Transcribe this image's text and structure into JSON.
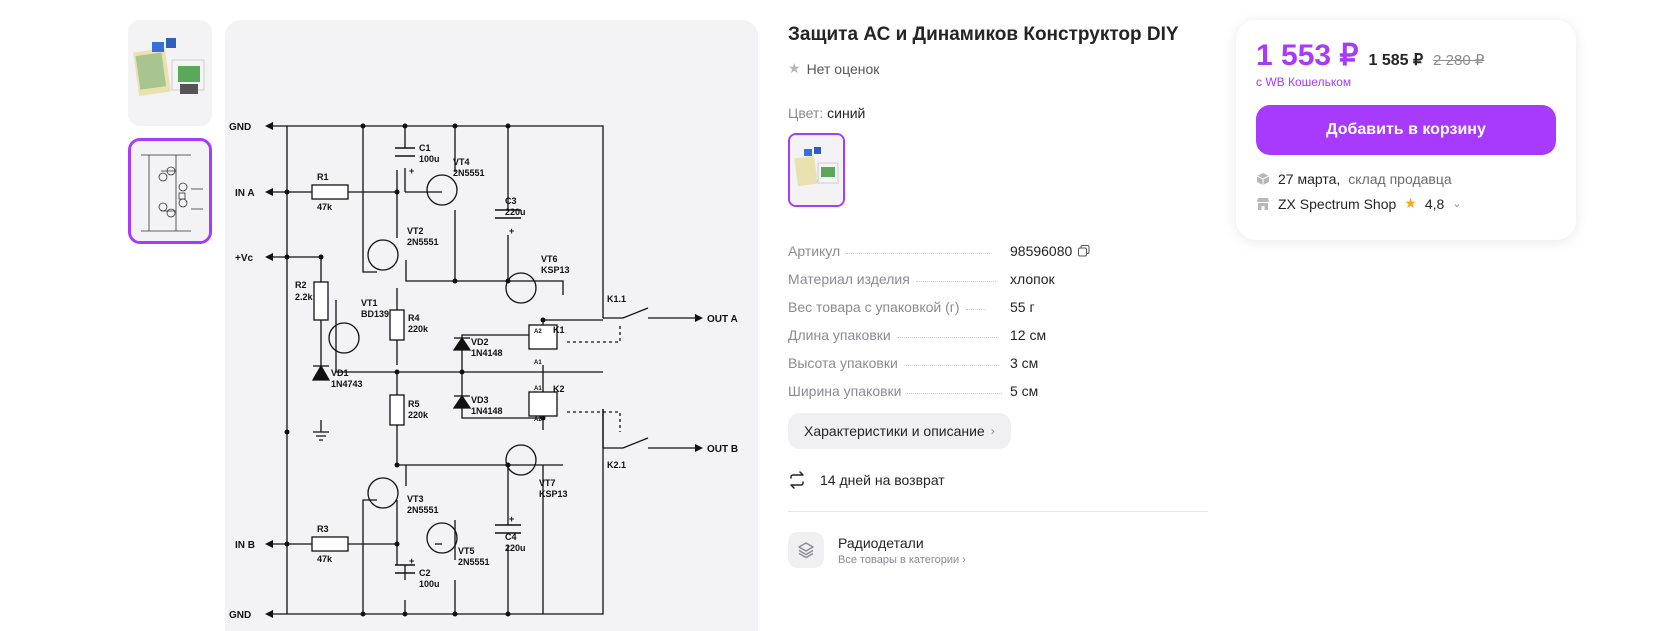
{
  "product": {
    "title": "Защита АС и Динамиков Конструктор DIY",
    "rating_text": "Нет оценок",
    "color_label": "Цвет:",
    "color_value": "синий"
  },
  "specs": [
    {
      "key": "Артикул",
      "value": "98596080"
    },
    {
      "key": "Материал изделия",
      "value": "хлопок"
    },
    {
      "key": "Вес товара с упаковкой (г)",
      "value": "55 г"
    },
    {
      "key": "Длина упаковки",
      "value": "12 см"
    },
    {
      "key": "Высота упаковки",
      "value": "3 см"
    },
    {
      "key": "Ширина упаковки",
      "value": "5 см"
    }
  ],
  "details_button": "Характеристики и описание",
  "returns_text": "14 дней на возврат",
  "category": {
    "title": "Радиодетали",
    "subtitle": "Все товары в категории"
  },
  "price": {
    "main": "1 553 ₽",
    "mid": "1 585 ₽",
    "old": "2 280 ₽",
    "wallet_note": "с WB Кошельком"
  },
  "cart_button": "Добавить в корзину",
  "delivery": {
    "date": "27 марта,",
    "source": "склад продавца"
  },
  "seller": {
    "name": "ZX Spectrum Shop",
    "rating": "4,8"
  },
  "schematic": {
    "labels": [
      "GND",
      "IN A",
      "+Vc",
      "IN B",
      "GND",
      "R1",
      "47k",
      "R2",
      "2.2k",
      "R3",
      "47k",
      "R4",
      "220k",
      "R5",
      "220k",
      "C1",
      "100u",
      "C2",
      "100u",
      "C3",
      "220u",
      "C4",
      "220u",
      "VT1",
      "BD139",
      "VT2",
      "2N5551",
      "VT3",
      "2N5551",
      "VT4",
      "2N5551",
      "VT5",
      "2N5551",
      "VT6",
      "KSP13",
      "VT7",
      "KSP13",
      "VD1",
      "1N4743",
      "VD2",
      "1N4148",
      "VD3",
      "1N4148",
      "K1",
      "K2",
      "K1.1",
      "K2.1",
      "OUT A",
      "OUT B",
      "A1",
      "A2",
      "A1",
      "A2",
      "+",
      "+",
      "+",
      "+"
    ]
  },
  "colors": {
    "accent": "#a73afd",
    "text": "#242424",
    "muted": "#8b8b93"
  }
}
